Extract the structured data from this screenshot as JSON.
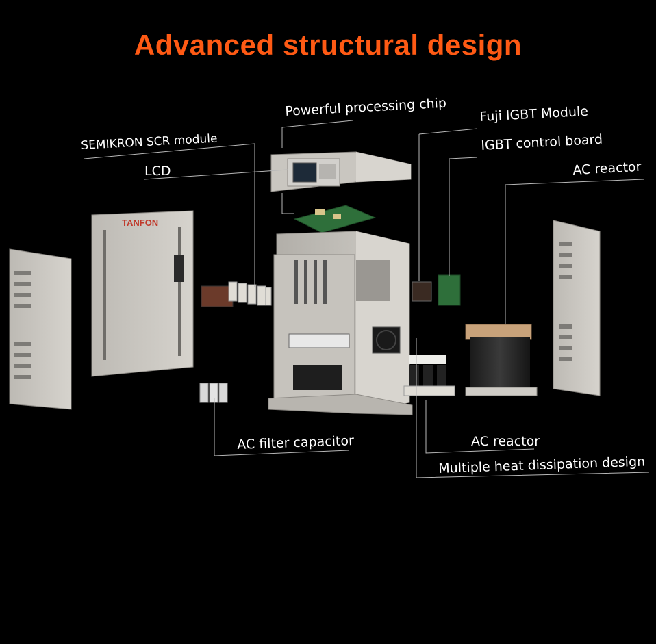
{
  "title": "Advanced structural design",
  "brand": "TANFON",
  "colors": {
    "title": "#ff5a14",
    "background": "#000000",
    "label": "#ffffff",
    "leader": "#b8b8b8"
  },
  "labels": {
    "processing_chip": "Powerful processing chip",
    "fuji_igbt": "Fuji IGBT Module",
    "scr_module": "SEMIKRON SCR module",
    "igbt_board": "IGBT control board",
    "lcd": "LCD",
    "ac_reactor_top": "AC reactor",
    "filter_capacitor": "AC filter capacitor",
    "ac_reactor_bottom": "AC reactor",
    "heat_dissipation": "Multiple heat dissipation design"
  }
}
